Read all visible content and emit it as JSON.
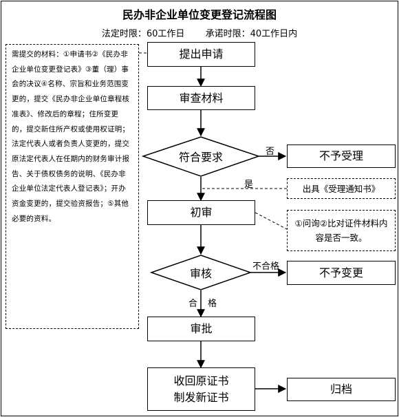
{
  "title": "民办非企业单位变更登记流程图",
  "time_limit": {
    "legal": "法定时限：60工作日",
    "promised": "承诺时限：40工作日内"
  },
  "materials_note": "需提交的材料：①申请书②《民办非企业单位变更登记表》③董（理）事会的决议④名称、宗旨和业务范围变更的，提交《民办非企业单位章程核准表》、修改后的章程；住所变更的，提交新住所产权或使用权证明；法定代表人或者负责人变更的，提交原法定代表人在任期内的财务审计报告、关于债权债务的说明、《民办非企业单位法定代表人登记表》；开办资金变更的，提交验资报告；⑤其他必要的资料。",
  "steps": {
    "submit": "提出申请",
    "review_materials": "审查材料",
    "meets_requirements": "符合要求",
    "preliminary": "初审",
    "audit": "审核",
    "approve": "审批",
    "certificate_line1": "收回原证书",
    "certificate_line2": "制发新证书"
  },
  "outcomes": {
    "reject_acceptance": "不予受理",
    "acceptance_notice": "出具《受理通知书》",
    "preliminary_note": "①问询②比对证件材料内容是否一致。",
    "reject_change": "不予变更",
    "archive": "归档"
  },
  "labels": {
    "no": "否",
    "yes": "是",
    "fail": "不合格",
    "pass": "合格"
  }
}
